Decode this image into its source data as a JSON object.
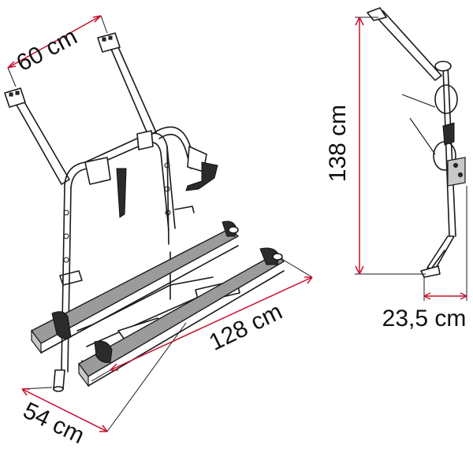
{
  "dimensions": {
    "top_width": "60 cm",
    "depth": "54 cm",
    "rail_length": "128 cm",
    "height": "138 cm",
    "side_depth": "23,5 cm"
  },
  "colors": {
    "dimension_line": "#c8102e",
    "outline": "#1a1a1a",
    "rail": "#9b9b9b"
  }
}
